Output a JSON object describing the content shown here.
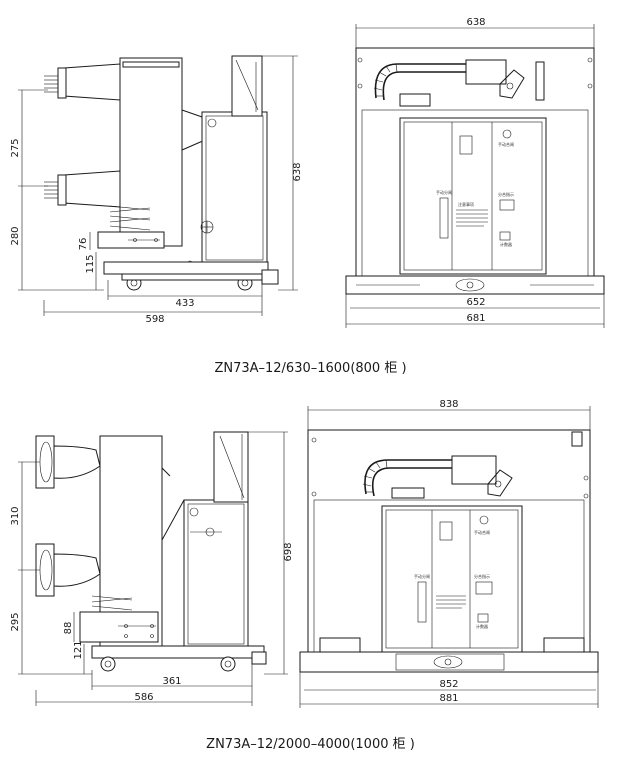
{
  "diagram1": {
    "side": {
      "width": "598",
      "depth": "433",
      "height": "638",
      "upper": "275",
      "lower": "280",
      "dim76": "76",
      "dim115": "115"
    },
    "front": {
      "width": "638",
      "rail": "652",
      "base": "681"
    },
    "caption": "ZN73A–12/630–1600(800 柜 )"
  },
  "diagram2": {
    "side": {
      "width": "586",
      "depth": "361",
      "height": "698",
      "upper": "310",
      "lower": "295",
      "dim88": "88",
      "dim121": "121"
    },
    "front": {
      "width": "838",
      "rail": "852",
      "base": "881"
    },
    "caption": "ZN73A–12/2000–4000(1000 柜 )"
  },
  "panel_labels": {
    "manual_open": "手动分闸",
    "manual_close": "手动合闸",
    "indicator": "分合指示",
    "counter": "计数器",
    "warning": "注意事项"
  }
}
